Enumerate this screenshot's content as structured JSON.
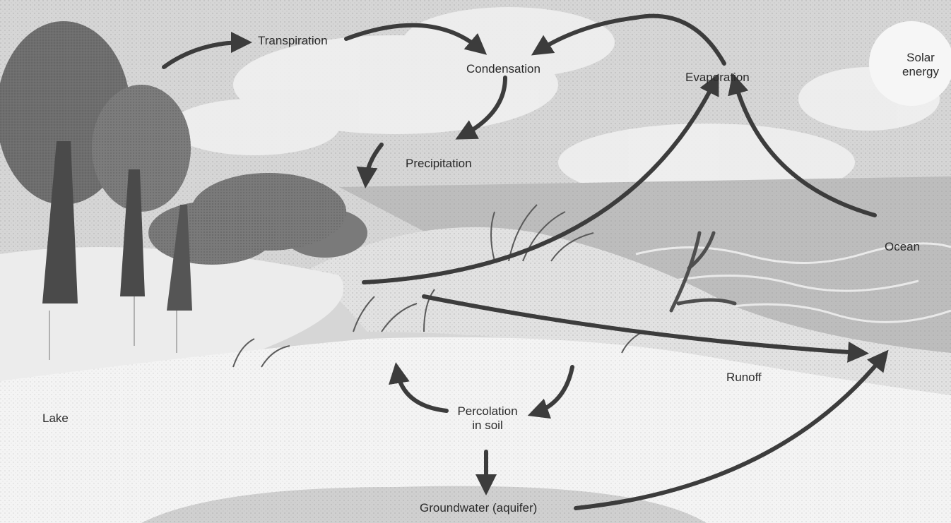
{
  "labels": {
    "transpiration": "Transpiration",
    "condensation": "Condensation",
    "evaporation": "Evaporation",
    "solar_energy_line1": "Solar",
    "solar_energy_line2": "energy",
    "precipitation": "Precipitation",
    "ocean": "Ocean",
    "lake": "Lake",
    "runoff": "Runoff",
    "percolation_line1": "Percolation",
    "percolation_line2": "in soil",
    "groundwater": "Groundwater (aquifer)"
  },
  "colors": {
    "arrow": "#3c3c3c",
    "sky": "#d9d9d9",
    "ground": "#f4f4f4",
    "vegetation": "#6b6b6b",
    "water": "#e6e6e6",
    "text": "#2a2a2a"
  }
}
